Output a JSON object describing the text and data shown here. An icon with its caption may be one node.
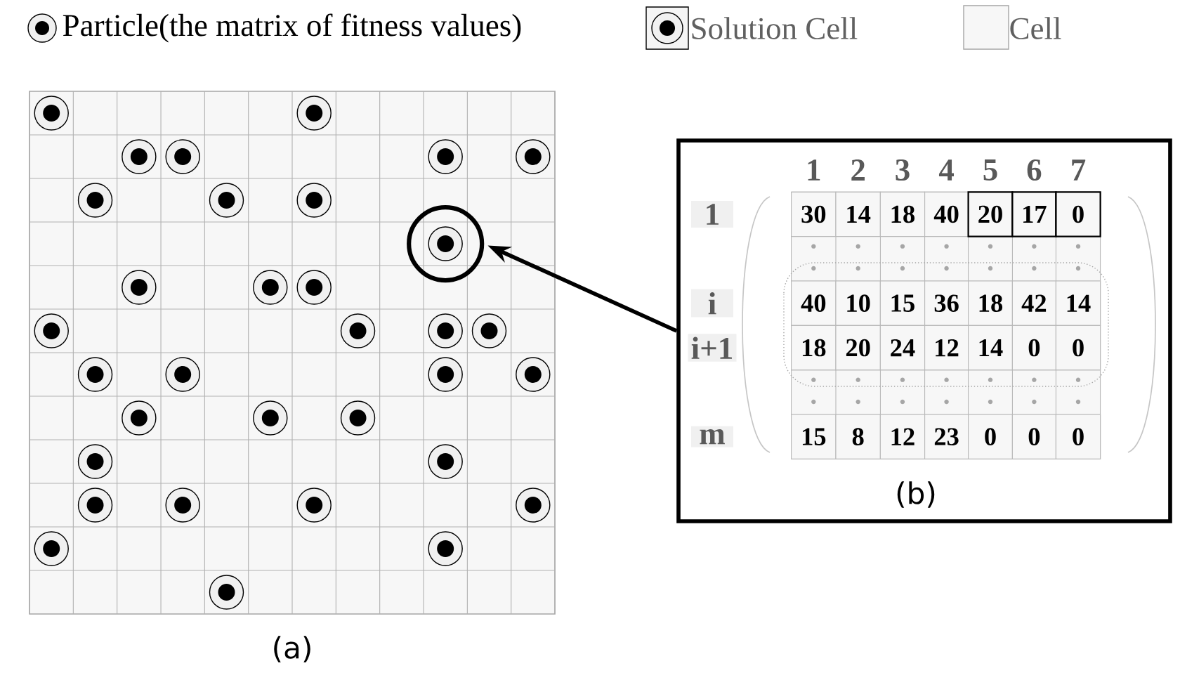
{
  "diagram": {
    "nodes": [
      {
        "text": [],
        "shape": "box",
        "beside": [
          "(a)"
        ]
      },
      {
        "text": [],
        "shape": "circle",
        "in": 0
      },
      {
        "text": [
          "(b)"
        ]
      }
    ],
    "edges": [
      {
        "from": 2,
        "to": 1,
        "arrow": "to"
      }
    ],
    "labels": [
      "1",
      "2",
      "3",
      "4",
      "5",
      "6",
      "7",
      "1",
      "30",
      "14",
      "18",
      "40",
      "20",
      "17",
      "0",
      "i",
      "40",
      "10",
      "15",
      "36",
      "18",
      "42",
      "14",
      "i+1",
      "18",
      "20",
      "24",
      "12",
      "14",
      "0",
      "0",
      "m",
      "15",
      "8",
      "12",
      "23",
      "0",
      "0",
      "0"
    ],
    "legend": [
      {
        "text": "Particle(the matrix of fitness values)"
      },
      {
        "text": "Solution Cell"
      },
      {
        "text": "Cell"
      }
    ]
  }
}
